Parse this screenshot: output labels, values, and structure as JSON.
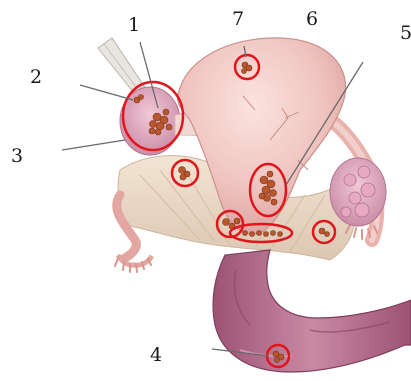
{
  "labels": {
    "n1": "1",
    "n2": "2",
    "n3": "3",
    "n4": "4",
    "n5": "5",
    "n6": "6",
    "n7": "7"
  },
  "colors": {
    "background": "#ffffff",
    "highlight_circle": "#e0161c",
    "leader_line": "#6a6a6a",
    "uterus": "#efc7c4",
    "ovary": "#d59fb3",
    "colon": "#b86f8f",
    "ligament": "#e9d8c7",
    "lesion": "#b8562e"
  }
}
